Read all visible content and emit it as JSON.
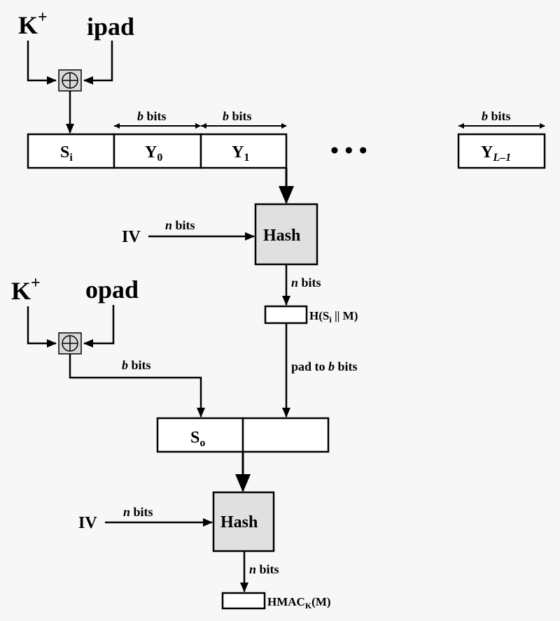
{
  "inner": {
    "key_sup": "+",
    "key": "K",
    "pad": "ipad",
    "xor_symbol": "⊕",
    "si_base": "S",
    "si_sub": "i",
    "y0_base": "Y",
    "y0_sub": "0",
    "y1_base": "Y",
    "y1_sub": "1",
    "ellipsis": "•   •   •",
    "yl_base": "Y",
    "yl_sub": "L–1",
    "b_var": "b",
    "bits_word": " bits",
    "hash": "Hash",
    "iv": "IV",
    "n_var": "n",
    "h_out_prefix": "H(S",
    "h_out_sub": "i",
    "h_out_suffix": " || M)",
    "pad_to": "pad to ",
    "pad_var": "b",
    "pad_suffix": " bits"
  },
  "outer": {
    "key": "K",
    "key_sup": "+",
    "pad": "opad",
    "xor_symbol": "⊕",
    "b_var": "b",
    "bits_word": " bits",
    "so_base": "S",
    "so_sub": "o",
    "hash": "Hash",
    "iv": "IV",
    "n_var": "n",
    "hmac_prefix": "HMAC",
    "hmac_sub": "K",
    "hmac_suffix": "(M)"
  }
}
